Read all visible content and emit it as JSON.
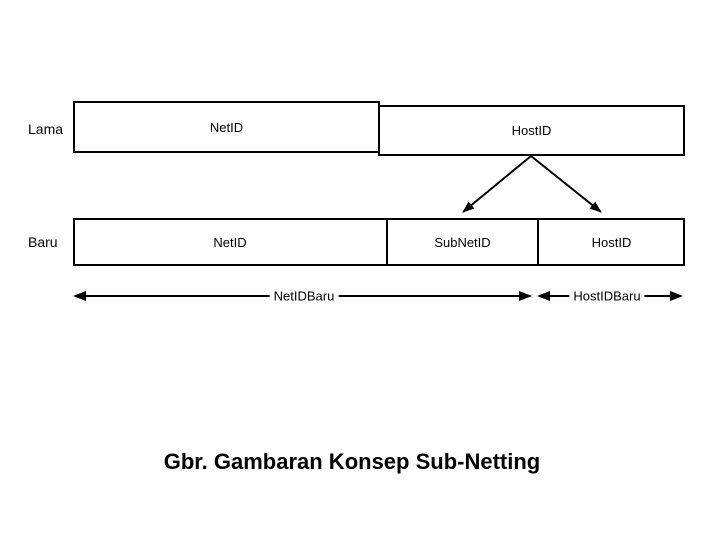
{
  "slide": {
    "rows": [
      {
        "label": "Lama",
        "cells": [
          {
            "label": "NetID"
          },
          {
            "label": "HostID"
          }
        ]
      },
      {
        "label": "Baru",
        "cells": [
          {
            "label": "NetID"
          },
          {
            "label": "SubNetID"
          },
          {
            "label": "HostID"
          }
        ]
      }
    ],
    "span_arrows": [
      {
        "label": "NetIDBaru"
      },
      {
        "label": "HostIDBaru"
      }
    ],
    "caption": "Gbr. Gambaran Konsep Sub-Netting",
    "colors": {
      "line": "#000000",
      "background": "#ffffff",
      "text": "#000000"
    }
  }
}
